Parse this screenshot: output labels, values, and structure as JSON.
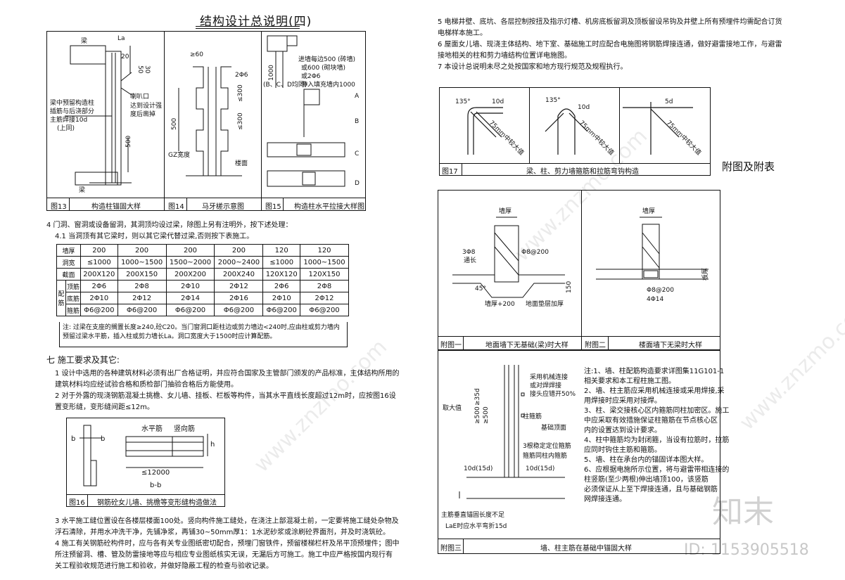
{
  "page": {
    "title": "结构设计总说明(四)",
    "appendix_title": "附图及附表",
    "brand": "知末",
    "id_text": "ID: 1153905518",
    "watermark": "www.znzmo.com"
  },
  "figures": {
    "fig13": {
      "num": "图13",
      "caption": "构造柱锚固大样",
      "labels": [
        "梁",
        "La",
        "20",
        "30",
        "50",
        "喇叭口",
        "达到设计强",
        "度后凿掉",
        "梁中预留构造柱",
        "插筋与后浇部分",
        "主筋焊接10d",
        "(上同)",
        "500",
        "梁"
      ]
    },
    "fig14": {
      "num": "图14",
      "caption": "马牙槎示意图",
      "labels": [
        "≥60",
        "2Φ6",
        "≤300",
        "≤300",
        "500",
        "GZ宽度",
        "楼面"
      ]
    },
    "fig15": {
      "num": "图15",
      "caption": "构造柱水平拉接大样图",
      "labels": [
        "1000",
        "进墙每边500 (砖墙)",
        "或600 (砌块墙)",
        "或2Φ6",
        "伸入填充墙内1000",
        "(B、C、D均同)",
        "A",
        "B",
        "C",
        "D"
      ]
    },
    "fig17": {
      "num": "图17",
      "caption": "梁、柱、剪力墙箍筋和拉筋弯钩构造",
      "labels": [
        "135°",
        "10d",
        "75mm中较大值",
        "135°",
        "10d",
        "75mm中较大值",
        "5d",
        "75mm中较大值"
      ]
    },
    "fig_app1": {
      "num": "附图一",
      "caption": "地面墙下无基础(梁)时大样",
      "labels": [
        "墙厚",
        "3Φ8",
        "通长",
        "Φ8@200",
        "45°",
        "墙厚+200",
        "地面垫层加厚",
        "150"
      ]
    },
    "fig_app2": {
      "num": "附图二",
      "caption": "楼面墙下无梁时大样",
      "labels": [
        "墙厚",
        "板厚",
        "Φ8@200",
        "4Φ14"
      ]
    },
    "fig_app3": {
      "num": "附图三",
      "caption": "墙、柱主筋在基础中锚固大样",
      "labels": [
        "采用机械连接",
        "或对焊焊接",
        "接头应错开50%",
        "≥35d",
        "≥500",
        "≥500",
        "取大值",
        "柱箍筋",
        "基础顶面",
        "3根稳定定位箍筋",
        "箍筋同柱内箍筋",
        "10d(15d)",
        "10d(15d)",
        "主筋垂直锚固长度不足",
        "LaE时应水平弯折15d"
      ]
    }
  },
  "section4": {
    "heading": "4 门洞、窗洞或设备留洞，其洞顶均设过梁，除图上另有注明外，按下述处理：",
    "sub": "4.1 当洞顶有其它梁时，则以其它梁代替过梁,否则按下表施工。",
    "table": {
      "row_labels": [
        "墙厚",
        "洞宽",
        "截面",
        "顶筋",
        "底筋",
        "箍筋"
      ],
      "group_label": "配筋",
      "wall": [
        "200",
        "200",
        "200",
        "200",
        "120",
        "120"
      ],
      "width": [
        "≤1000",
        "1000~1500",
        "1500~2000",
        "2000~2400",
        "≤1000",
        "1000~1500"
      ],
      "section": [
        "200X120",
        "200X150",
        "200X200",
        "200X240",
        "120X120",
        "120X150"
      ],
      "top": [
        "2Φ6",
        "2Φ8",
        "2Φ10",
        "2Φ12",
        "2Φ6",
        "2Φ8"
      ],
      "bottom": [
        "2Φ10",
        "2Φ12",
        "2Φ14",
        "2Φ16",
        "2Φ10",
        "2Φ12"
      ],
      "stirrup": [
        "Φ6@200",
        "Φ6@200",
        "Φ6@200",
        "Φ6@200",
        "Φ6@200",
        "Φ6@200"
      ]
    },
    "note": "注: 过梁在支座的搁置长度≥240,砼C20。当门窗洞口距柱边或剪力墙边<240时,应由柱或剪力墙内预留过梁水平筋，插入柱或剪力墙长La。洞口宽度大于1500时应计算配筋。"
  },
  "section7": {
    "heading": "七  施工要求及其它:",
    "items": [
      "1 设计中选用的各种建筑材料必须有出厂合格证明，并应符合国家及主管部门颁发的产品标准，主体结构所用的",
      "   建筑材料均应经试验合格和质检部门抽验合格后方能使用。",
      "2 对于外露的现浇钢筋混凝土挑檐、女儿墙、挂板、栏板等构件，当其水平直线长度超过12m时，应按图16设",
      "   置变形缝，变形缝间距≤12m。"
    ],
    "fig16": {
      "num": "图16",
      "caption": "钢筋砼女儿墙、挑檐等变形缝构造做法",
      "labels": [
        "b",
        "b",
        "水平筋",
        "竖向筋",
        "h",
        "≤12000",
        "b-b"
      ]
    },
    "items2": [
      "3 水平施工缝位置设在各楼层楼面100处。竖向构件施工缝处，在浇注上部混凝土前，一定要将施工缝处杂物及",
      "   浮石清除，并用水冲洗干净，先铺净浆，再铺30~50mm厚1：1水泥砂浆或涂刷砼界面剂，并及时浇筑砼。",
      "4 施工有关钢筋砼构件时，应与各有关专业图纸密切配合，预埋门窗铁件，预留楼梯栏杆及吊平顶预埋件；图中",
      "   所注预留洞、槽、管及防雷接地等应与相应专业图纸核实无误，无漏后方可施工。施工中应严格按国内现行有",
      "   关工程验收规范进行施工和验收，并做好隐蔽工程的检查与验收记录。"
    ]
  },
  "right_text": [
    "5 电梯井壁、底坑、各层控制按扭及指示灯槽、机房底板留洞及顶板留设吊钩及井壁上所有预埋件均需配合订货",
    "   电梯样本施工。",
    "6 屋面女儿墙、现浇主体结构、地下室、基础施工时应配合电施图将钢筋焊接连通，做好避雷接地工作，与避雷",
    "   接地相关的柱和剪力墙结构位置详电施图。",
    "7 本设计总说明未尽之处按国家和地方现行规范及规程执行。"
  ],
  "notes3": [
    "注:1、墙、柱配筋构造要求详图集11G101-1",
    "      相关要求和本工程柱施工图。",
    "   2、墙、柱主筋应采用机械连接或采用焊接,采",
    "      用焊接时应采用对接焊。",
    "   3、柱、梁交接核心区内箍筋同柱加密区。施工",
    "      中应采取有效措施保证柱箍筋在节点核心区",
    "      内的设置达到设计要求。",
    "   4、柱中箍筋均为封闭箍，当设有拉筋时，拉筋",
    "      应同时钩住主筋和箍筋。",
    "   5、墙、柱在承台内的锚固详本图大样。",
    "   6、应根据电施所示位置，将与避雷带相连接的",
    "      柱竖筋(至少两根)伸出墙顶100，该竖筋",
    "      必须保证从上至下焊接连通，且与基础钢筋",
    "      网焊接连通。"
  ]
}
